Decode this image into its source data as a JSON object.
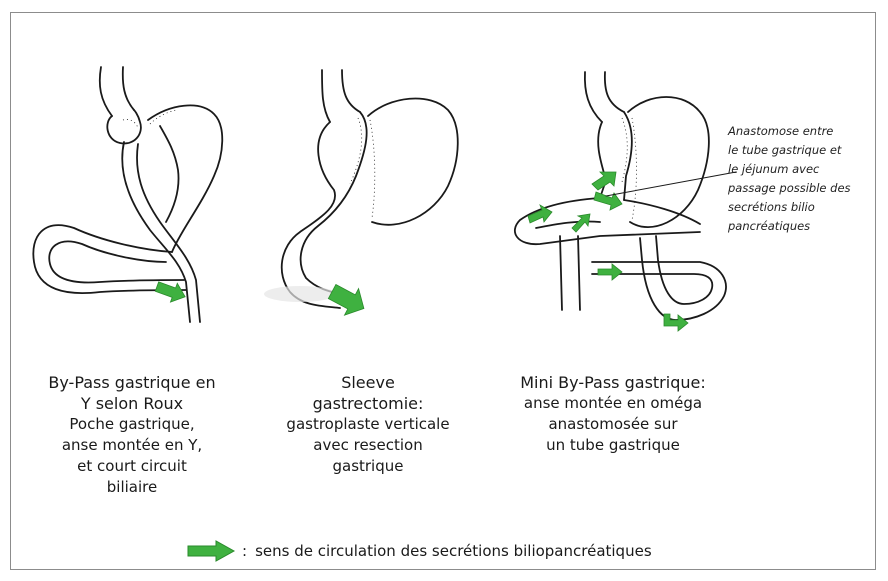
{
  "panels": [
    {
      "id": "roux",
      "title_lines": [
        "By-Pass gastrique en",
        "Y selon Roux"
      ],
      "desc_lines": [
        "Poche gastrique,",
        "anse montée en Y,",
        "et court circuit",
        "biliaire"
      ]
    },
    {
      "id": "sleeve",
      "title_lines": [
        "Sleeve",
        "gastrectomie:"
      ],
      "desc_lines": [
        "gastroplaste verticale",
        "avec resection",
        "gastrique"
      ]
    },
    {
      "id": "mini",
      "title_lines": [
        "Mini By-Pass gastrique:"
      ],
      "desc_lines": [
        "anse montée en oméga",
        "anastomosée sur",
        "un tube gastrique"
      ]
    }
  ],
  "annotation": {
    "lines": [
      "Anastomose entre",
      "le tube gastrique et",
      " le jéjunum avec",
      "passage possible des",
      "secrétions bilio",
      "pancréatiques"
    ]
  },
  "legend": {
    "colon": ":",
    "text": "sens de circulation des secrétions biliopancréatiques",
    "arrow_color": "#3fb140",
    "arrow_icon": "green-arrow-icon"
  }
}
